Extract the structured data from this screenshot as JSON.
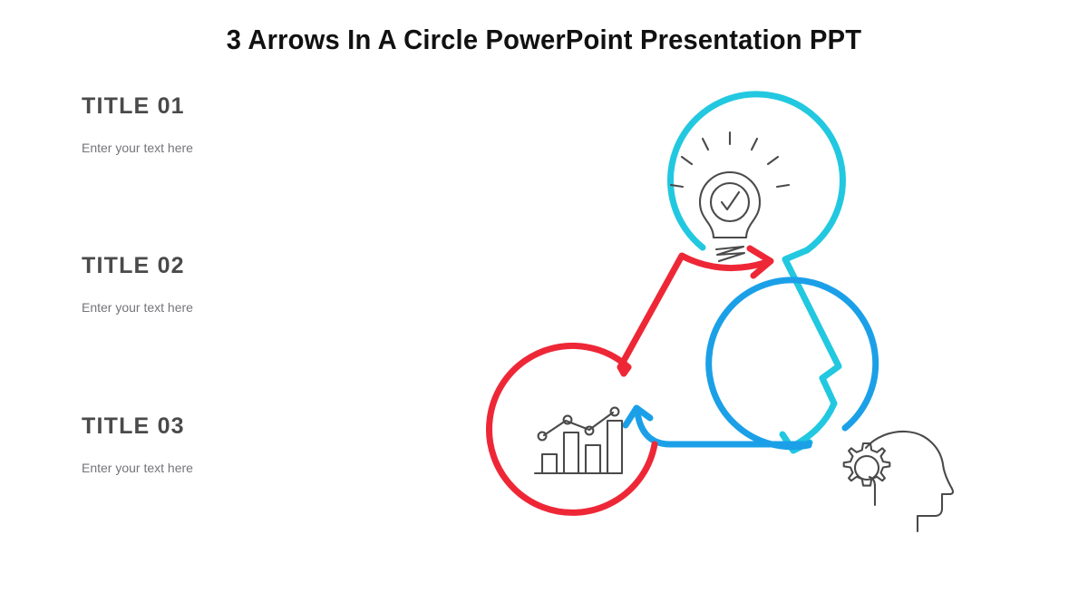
{
  "slide": {
    "title": "3 Arrows In A Circle PowerPoint Presentation PPT",
    "background_color": "#ffffff"
  },
  "colors": {
    "cyan": "#22c8e0",
    "blue": "#1ba0e8",
    "red": "#ee2737",
    "icon_stroke": "#4a4a4a",
    "title_text": "#111111",
    "block_title_text": "#4a4a4a",
    "block_desc_text": "#75757a"
  },
  "text_blocks": [
    {
      "title": "TITLE  01",
      "description": "Enter your text here",
      "accent": "#22c8e0",
      "linked_node": "idea"
    },
    {
      "title": "TITLE  02",
      "description": "Enter your text here",
      "accent": "#1ba0e8",
      "linked_node": "thinking"
    },
    {
      "title": "TITLE  03",
      "description": "Enter your text here",
      "accent": "#ee2737",
      "linked_node": "analytics"
    }
  ],
  "diagram": {
    "type": "3-arrow-circular-cycle",
    "direction": "clockwise",
    "nodes": [
      {
        "id": "idea",
        "position": "top",
        "ring_color": "#22c8e0",
        "icon": "lightbulb-check-icon",
        "icon_label": "Lightbulb with checkmark"
      },
      {
        "id": "thinking",
        "position": "bottom-right",
        "ring_color": "#1ba0e8",
        "icon": "head-gear-icon",
        "icon_label": "Head profile with gear"
      },
      {
        "id": "analytics",
        "position": "bottom-left",
        "ring_color": "#ee2737",
        "icon": "bar-chart-line-icon",
        "icon_label": "Bar chart with trend line"
      }
    ],
    "arrows": [
      {
        "id": "arrow-cyan",
        "color": "#22c8e0",
        "from": "idea",
        "to": "thinking"
      },
      {
        "id": "arrow-blue",
        "color": "#1ba0e8",
        "from": "thinking",
        "to": "analytics"
      },
      {
        "id": "arrow-red",
        "color": "#ee2737",
        "from": "analytics",
        "to": "idea"
      }
    ]
  }
}
